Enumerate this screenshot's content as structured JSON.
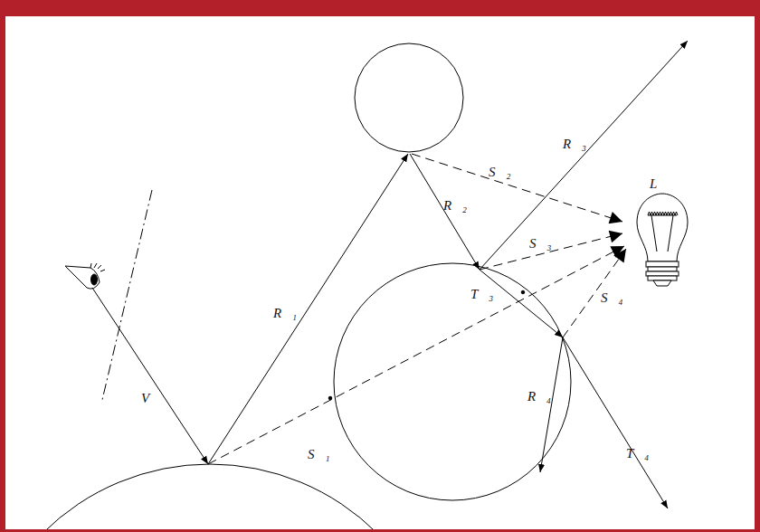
{
  "diagram": {
    "labels": [
      "V⃗",
      "R⃗₁",
      "R⃗₂",
      "S⃗₂",
      "R⃗₃",
      "S⃗₃",
      "T⃗₃",
      "S⃗₁",
      "S⃗₄",
      "R⃗₄",
      "T⃗₄",
      "L"
    ]
  }
}
